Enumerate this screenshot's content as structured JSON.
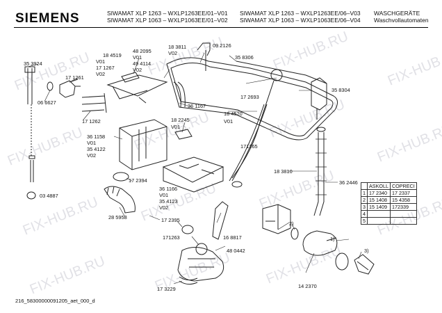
{
  "brand": "SIEMENS",
  "header": {
    "model_a": "SIWAMAT XLP 1263 – WXLP1263EE/01–V01\nSIWAMAT XLP 1063 – WXLP1063EE/01–V02",
    "model_b": "SIWAMAT XLP 1263 – WXLP1263EE/06–V03\nSIWAMAT XLP 1063 – WXLP1063EE/06–V04",
    "category": "WASCHGERÄTE\nWaschvollautomaten"
  },
  "watermark": "FIX-HUB.RU",
  "footer": "216_58300000091205_aet_000_d",
  "parts": {
    "p353924": "35 3924",
    "p066627": "06 6627",
    "p171261": "17 1261",
    "p171262": "17 1262",
    "p184519": "18 4519",
    "v01a": "V01",
    "p171267": "17 1267",
    "v02a": "V02",
    "p482095": "48 2095",
    "v01b": "V01",
    "p494114": "49 4114",
    "v02b": "V02",
    "p183811": "18 3811",
    "v02c": "V02",
    "p092126": "09 2126",
    "p358306": "35 8306",
    "p358304": "35 8304",
    "p172693": "17 2693",
    "p361167": "36 1167",
    "p184520": "18 4520",
    "v01c": "V01",
    "p182245": "18 2245",
    "v01d": "V01",
    "p361158": "36 1158",
    "v01e": "V01",
    "p354122": "35 4122",
    "v02d": "V02",
    "p172394": "17 2394",
    "p171265": "171265",
    "p361166": "36 1166",
    "v01f": "V01",
    "p354123": "35 4123",
    "v02e": "V02",
    "p034887": "03 4887",
    "p285958": "28 5958",
    "p172395": "17 2395",
    "p168817": "16 8817",
    "p171263": "171263",
    "p480442": "48 0442",
    "p173229": "17 3229",
    "p183810": "18 3810",
    "p362446": "36 2446",
    "p142370": "14 2370",
    "c1": "1)",
    "c2": "2)",
    "c3": "3)"
  },
  "table": {
    "headers": [
      "",
      "ASKOLL",
      "COPRECI"
    ],
    "rows": [
      [
        "1",
        "17 2340",
        "17 2337"
      ],
      [
        "2",
        "15 1408",
        "15 4358"
      ],
      [
        "3",
        "15 1409",
        "172339"
      ],
      [
        "4",
        "",
        ""
      ],
      [
        "5",
        "",
        ""
      ]
    ]
  }
}
